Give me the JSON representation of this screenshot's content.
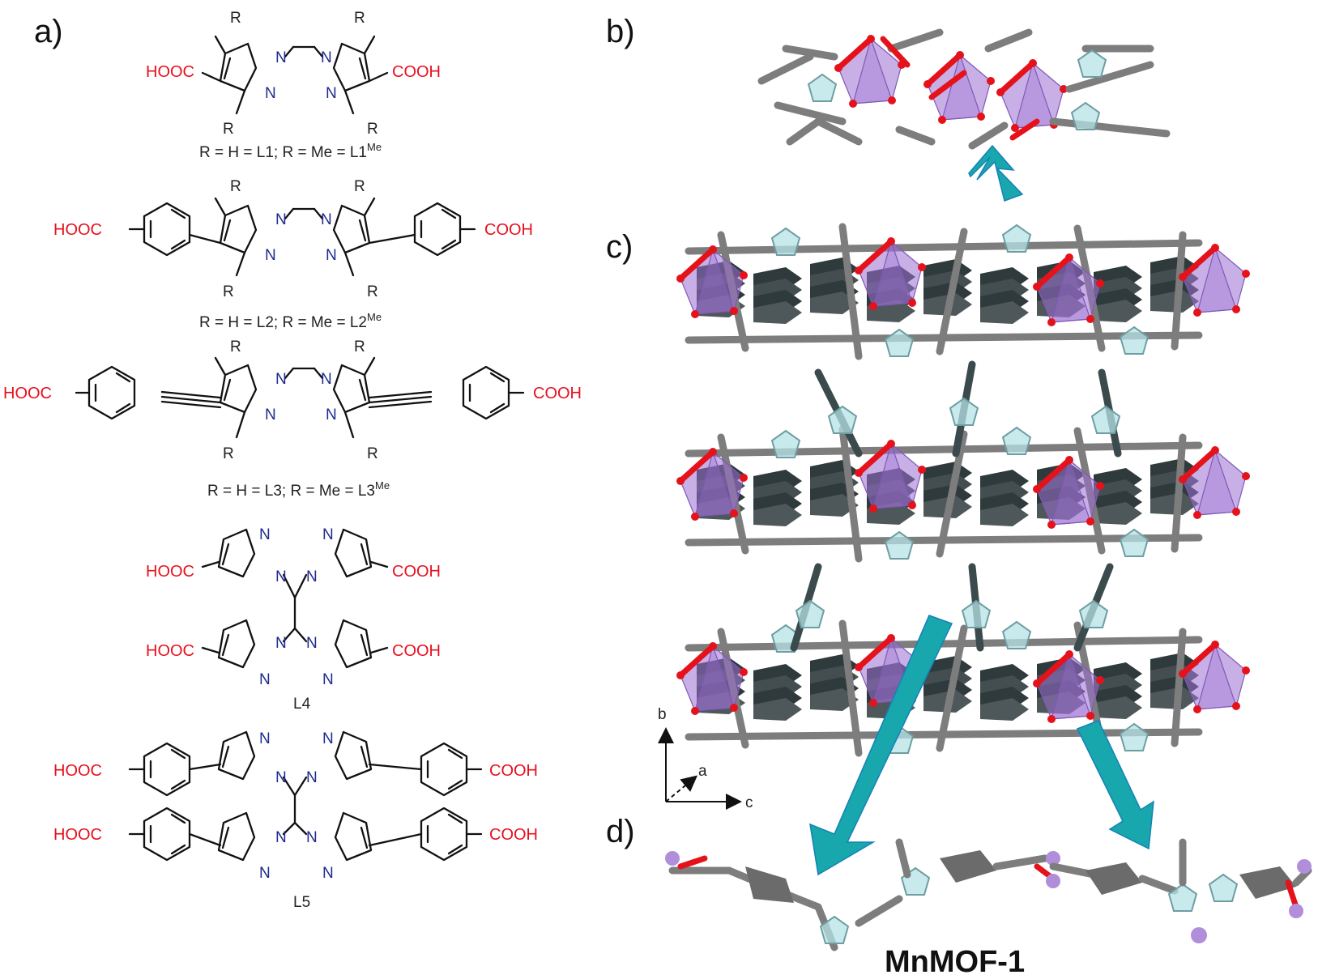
{
  "panels": {
    "a": "a)",
    "b": "b)",
    "c": "c)",
    "d": "d)"
  },
  "ligands": [
    {
      "rdef": "R = H = L1; R = Me = L1",
      "sup": "Me"
    },
    {
      "rdef": "R = H = L2; R = Me = L2",
      "sup": "Me"
    },
    {
      "rdef": "R = H = L3; R = Me = L3",
      "sup": "Me"
    },
    {
      "rdef": "L4",
      "sup": ""
    },
    {
      "rdef": "L5",
      "sup": ""
    }
  ],
  "groups": {
    "hooc": "HOOC",
    "cooh": "COOH",
    "r": "R",
    "n": "N"
  },
  "axes": {
    "b": "b",
    "a": "a",
    "c": "c"
  },
  "product": "MnMOF-1",
  "colors": {
    "arrow": "#17a7ad",
    "cluster": "#9a6fd1",
    "oxygen": "#e5121b",
    "carbon": "#7d7d7d",
    "nitrogen": "#b6e3e6",
    "acid": "#e8101e",
    "ring_n": "#1f2a8f"
  }
}
